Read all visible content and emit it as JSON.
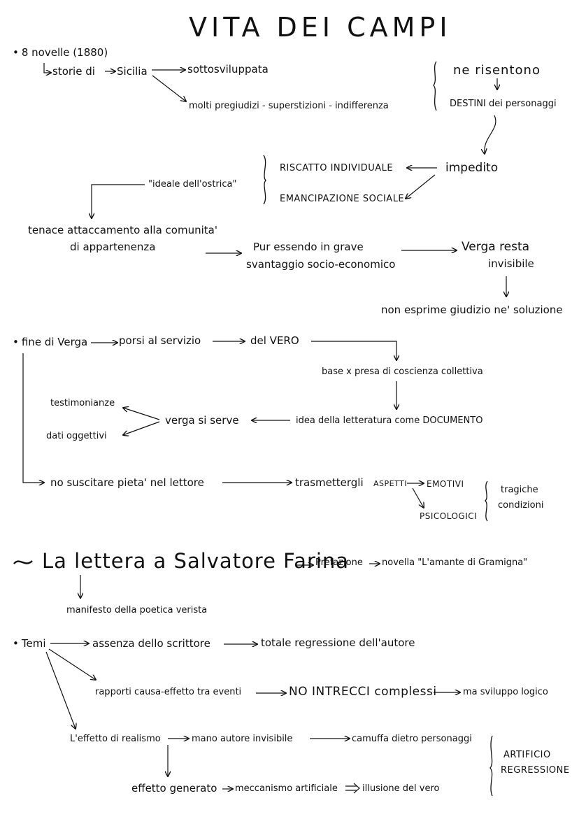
{
  "title": "VITA DEI CAMPI",
  "nodes": {
    "novelle": "8 novelle (1880)",
    "storie_di": "storie di",
    "sicilia": "Sicilia",
    "sottosviluppata": "sottosviluppata",
    "pregiudizi": "molti pregiudizi - superstizioni - indifferenza",
    "ne_risentono": "ne risentono",
    "destini": "DESTINI dei personaggi",
    "impedito": "impedito",
    "riscatto": "RISCATTO INDIVIDUALE",
    "emancipazione": "EMANCIPAZIONE SOCIALE",
    "ideale": "\"ideale dell'ostrica\"",
    "attaccamento_1": "tenace attaccamento alla comunita'",
    "attaccamento_2": "di appartenenza",
    "pur_essendo_1": "Pur essendo in grave",
    "pur_essendo_2": "svantaggio socio-economico",
    "verga_resta_1": "Verga resta",
    "verga_resta_2": "invisibile",
    "non_esprime": "non esprime giudizio ne' soluzione",
    "fine_verga": "fine di Verga",
    "porsi": "porsi al servizio",
    "del_vero": "del VERO",
    "base": "base x presa di coscienza collettiva",
    "idea_lett": "idea della letteratura come DOCUMENTO",
    "verga_serve": "verga si serve",
    "testimonianze": "testimonianze",
    "dati": "dati oggettivi",
    "no_suscitare": "no suscitare pieta' nel lettore",
    "trasmettergli": "trasmettergli",
    "aspetti": "ASPETTI",
    "emotivi": "EMOTIVI",
    "psicologici": "PSICOLOGICI",
    "tragiche_1": "tragiche",
    "tragiche_2": "condizioni",
    "lettera": "La lettera a Salvatore Farina",
    "prefazione": "Prefazione",
    "novella": "novella \"L'amante di Gramigna\"",
    "manifesto": "manifesto della poetica verista",
    "temi": "Temi",
    "assenza": "assenza dello scrittore",
    "totale": "totale regressione dell'autore",
    "rapporti": "rapporti causa-effetto tra eventi",
    "no_intrecci": "NO INTRECCI complessi",
    "ma_sviluppo": "ma sviluppo logico",
    "effetto_realismo": "L'effetto di realismo",
    "mano_autore": "mano autore invisibile",
    "camuffa": "camuffa dietro personaggi",
    "artificio": "ARTIFICIO",
    "regressione": "REGRESSIONE",
    "effetto_generato": "effetto generato",
    "meccanismo": "meccanismo artificiale",
    "illusione": "illusione del vero"
  }
}
